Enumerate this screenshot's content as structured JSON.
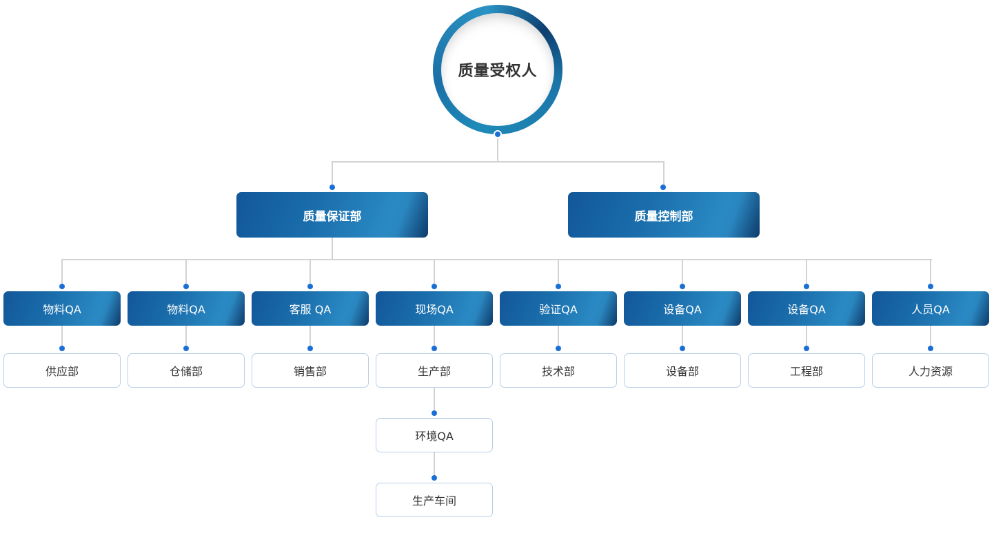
{
  "root": {
    "label": "质量受权人"
  },
  "departments": [
    {
      "label": "质量保证部"
    },
    {
      "label": "质量控制部"
    }
  ],
  "qa_units": [
    {
      "label": "物料QA",
      "child": "供应部"
    },
    {
      "label": "物料QA",
      "child": "仓储部"
    },
    {
      "label": "客服 QA",
      "child": "销售部"
    },
    {
      "label": "现场QA",
      "child": "生产部"
    },
    {
      "label": "验证QA",
      "child": "技术部"
    },
    {
      "label": "设备QA",
      "child": "设备部"
    },
    {
      "label": "设备QA",
      "child": "工程部"
    },
    {
      "label": "人员QA",
      "child": "人力资源"
    }
  ],
  "extended_chain": [
    {
      "label": "环境QA"
    },
    {
      "label": "生产车间"
    }
  ],
  "colors": {
    "accent_dot": "#1a6fd6",
    "connector": "#d3d3d3",
    "box_border": "#b8cfe8"
  }
}
